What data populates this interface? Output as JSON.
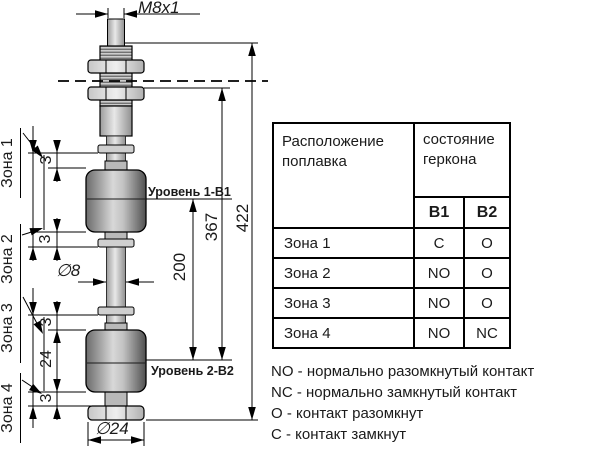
{
  "diagram": {
    "thread_label": "M8x1",
    "rod_diameter": "∅8",
    "bottom_diameter": "∅24",
    "dim_total": "422",
    "dim_mount_to_level2": "367",
    "dim_between_levels": "200",
    "dim_gap": "3",
    "dim_float_height": "24",
    "level1_label": "Уровень 1-В1",
    "level2_label": "Уровень 2-В2",
    "zone1": "Зона 1",
    "zone2": "Зона 2",
    "zone3": "Зона 3",
    "zone4": "Зона 4"
  },
  "table": {
    "col1_header": "Расположение поплавка",
    "col2_header": "состояние геркона",
    "sub_headers": [
      "В1",
      "В2"
    ],
    "rows": [
      {
        "zone": "Зона 1",
        "b1": "C",
        "b2": "O"
      },
      {
        "zone": "Зона 2",
        "b1": "NO",
        "b2": "O"
      },
      {
        "zone": "Зона 3",
        "b1": "NO",
        "b2": "O"
      },
      {
        "zone": "Зона 4",
        "b1": "NO",
        "b2": "NC"
      }
    ]
  },
  "legend": {
    "lines": [
      "NO - нормально разомкнутый контакт",
      "NC - нормально замкнутый контакт",
      "O - контакт разомкнут",
      "C - контакт замкнут"
    ]
  }
}
